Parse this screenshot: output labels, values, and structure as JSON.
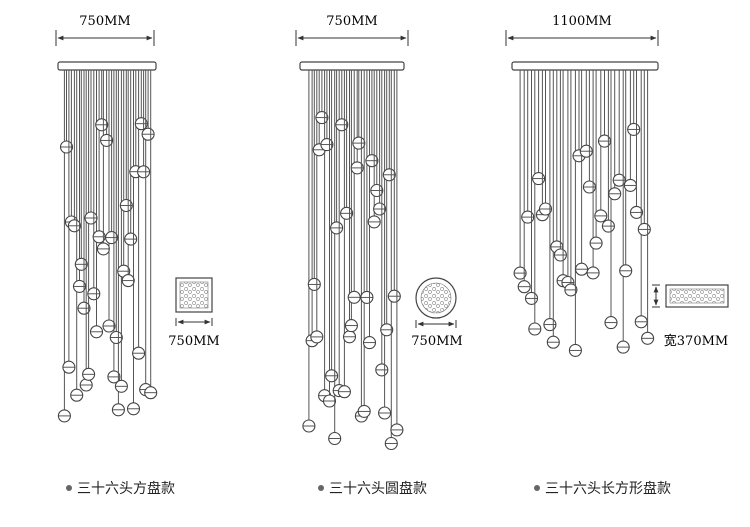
{
  "variants": [
    {
      "width_label": "750MM",
      "canopy_label": "750MM",
      "canopy_shape": "square",
      "caption": "三十六头方盘款"
    },
    {
      "width_label": "750MM",
      "canopy_label": "750MM",
      "canopy_shape": "round",
      "caption": "三十六头圆盘款"
    },
    {
      "width_label": "1100MM",
      "canopy_label": "宽370MM",
      "canopy_shape": "rectangle",
      "caption": "三十六头长方形盘款"
    }
  ],
  "colors": {
    "line": "#555555",
    "ball_fill": "#ffffff",
    "ball_stroke": "#444444",
    "canopy_pattern": "#9a9a9a",
    "caption_dot": "#666666"
  }
}
